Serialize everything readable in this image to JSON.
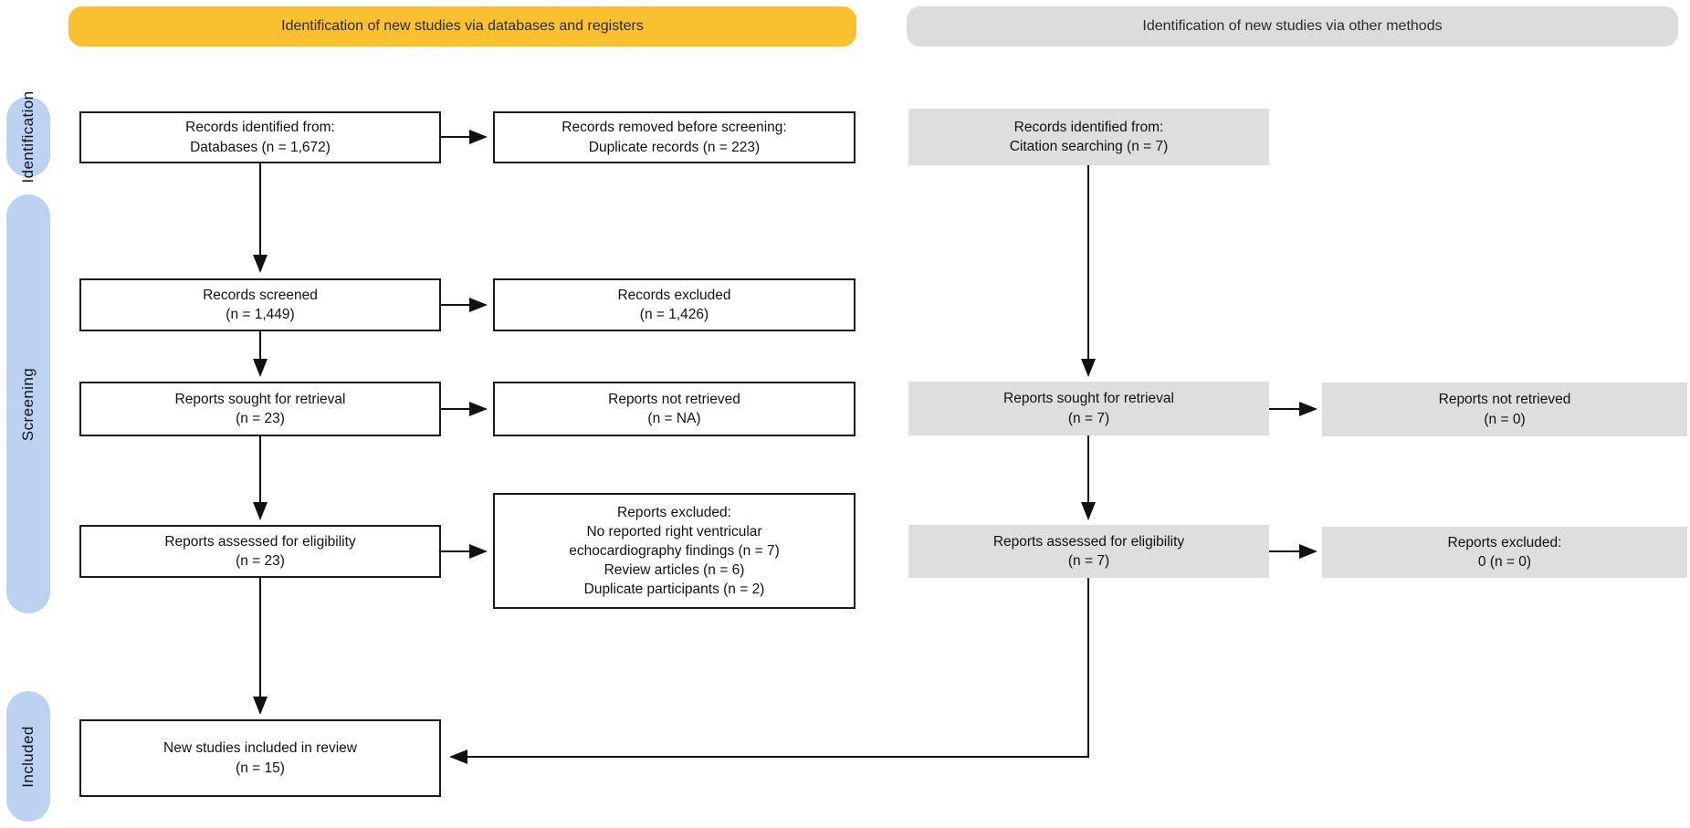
{
  "banners": {
    "databases": "Identification of new studies via databases and registers",
    "other_methods": "Identification of new studies via other methods"
  },
  "stages": {
    "identification": "Identification",
    "screening": "Screening",
    "included": "Included"
  },
  "boxes": {
    "db_identified": {
      "lines": [
        "Records identified from:",
        "Databases (n = 1,672)"
      ]
    },
    "db_removed": {
      "lines": [
        "Records removed before screening:",
        "Duplicate records (n = 223)"
      ]
    },
    "db_screened": {
      "lines": [
        "Records screened",
        "(n = 1,449)"
      ]
    },
    "db_excluded": {
      "lines": [
        "Records excluded",
        "(n = 1,426)"
      ]
    },
    "db_sought": {
      "lines": [
        "Reports sought for retrieval",
        "(n = 23)"
      ]
    },
    "db_not_retrieved": {
      "lines": [
        "Reports not retrieved",
        "(n = NA)"
      ]
    },
    "db_assessed": {
      "lines": [
        "Reports assessed for eligibility",
        "(n = 23)"
      ]
    },
    "db_reports_excluded": {
      "lines": [
        "Reports excluded:",
        "No reported right ventricular",
        "echocardiography findings (n = 7)",
        "Review articles (n = 6)",
        "Duplicate participants (n = 2)"
      ]
    },
    "included_review": {
      "lines": [
        "New studies included in review",
        "(n = 15)"
      ]
    },
    "other_identified": {
      "lines": [
        "Records identified from:",
        "Citation searching (n = 7)"
      ]
    },
    "other_sought": {
      "lines": [
        "Reports sought for retrieval",
        "(n = 7)"
      ]
    },
    "other_not_retrieved": {
      "lines": [
        "Reports not retrieved",
        "(n = 0)"
      ]
    },
    "other_assessed": {
      "lines": [
        "Reports assessed for eligibility",
        "(n = 7)"
      ]
    },
    "other_excluded": {
      "lines": [
        "Reports excluded:",
        "0 (n = 0)"
      ]
    }
  },
  "colors": {
    "banner_yellow": "#F9C12F",
    "banner_gray": "#DCDCDC",
    "stage_blue": "#BCD2F0",
    "box_gray": "#DEDEDE",
    "box_border": "#1A1A1A",
    "arrow": "#111111",
    "text": "#111111",
    "banner_text": "#2F2A1A"
  }
}
